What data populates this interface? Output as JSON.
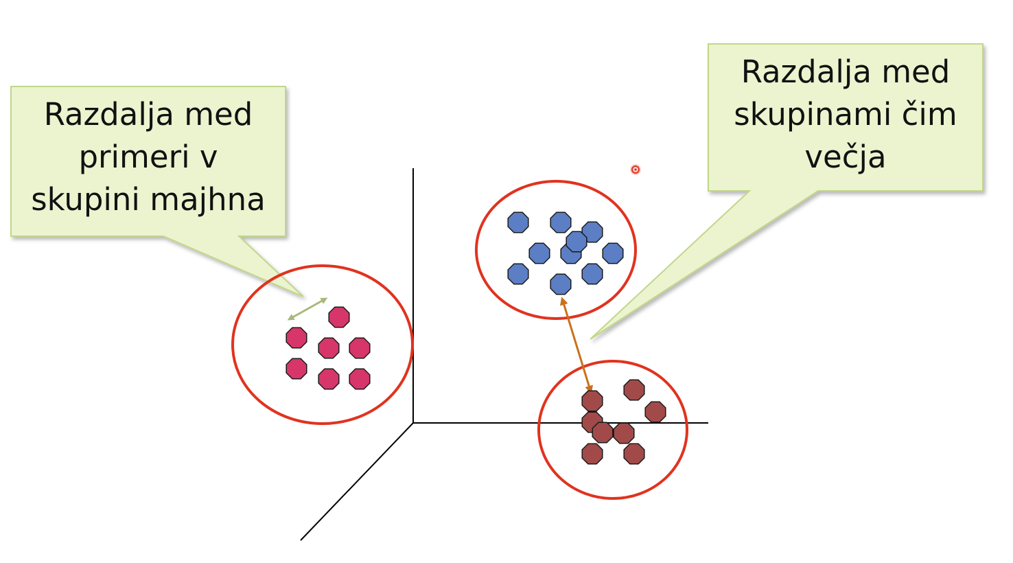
{
  "callouts": {
    "left": {
      "lines": [
        "Razdalja med",
        "primeri v",
        "skupini majhna"
      ]
    },
    "right": {
      "lines": [
        "Razdalja med",
        "skupinami čim",
        "večja"
      ]
    }
  },
  "colors": {
    "callout_fill": "#ebf4cf",
    "callout_border": "#c2d68a",
    "cluster_ring": "#e0331f",
    "pink_points": "#d6366a",
    "blue_points": "#5b7ec4",
    "brown_points": "#a24a4a",
    "axis": "#000000",
    "within_arrow": "#a8b87a",
    "between_arrow": "#c9711c",
    "cursor": "#e0331f"
  },
  "clusters": {
    "pink": {
      "point_count": 7
    },
    "blue": {
      "point_count": 10
    },
    "brown": {
      "point_count": 8
    }
  },
  "icons": {
    "cursor": "cursor-dot-icon"
  }
}
